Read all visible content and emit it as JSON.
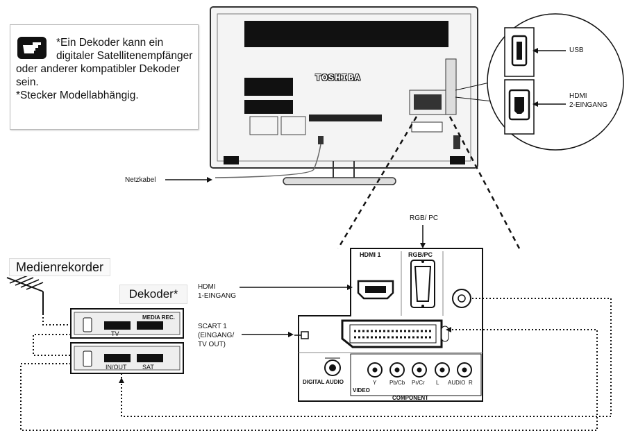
{
  "note": {
    "line1": "*Ein Dekoder kann ein",
    "line2": "digitaler Satellitenempfänger",
    "line3": "oder anderer kompatibler Dekoder",
    "line4": "sein.",
    "line5": "*Stecker Modellabhängig."
  },
  "tv": {
    "brand": "TOSHIBA"
  },
  "zoom": {
    "usb_label": "USB",
    "hdmi2_label_line1": "HDMI",
    "hdmi2_label_line2": "2-EINGANG"
  },
  "labels": {
    "netzkabel": "Netzkabel",
    "rgb_pc": "RGB/ PC",
    "medienrekorder": "Medienrekorder",
    "dekoder": "Dekoder*",
    "hdmi1_line1": "HDMI",
    "hdmi1_line2": "1-EINGANG",
    "scart_line1": "SCART 1",
    "scart_line2": "(EINGANG/",
    "scart_line3": "TV OUT)"
  },
  "panel": {
    "hdmi1": "HDMI 1",
    "rgb": "RGB/PC",
    "digital_audio": "DIGITAL AUDIO",
    "video": "VIDEO",
    "component": "COMPONENT",
    "jack_labels": [
      "Y",
      "Pb/Cb",
      "Pr/Cr",
      "L",
      "AUDIO",
      "R"
    ]
  },
  "devices": {
    "recorder_panel": "MEDIA REC.",
    "recorder_tv": "TV",
    "decoder_inout": "IN/OUT",
    "decoder_sat": "SAT"
  }
}
